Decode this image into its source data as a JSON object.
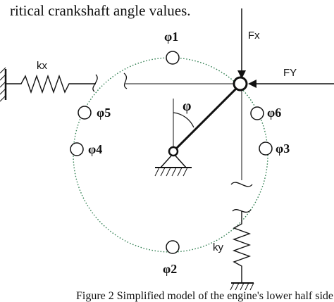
{
  "page_top_text": "ritical crankshaft angle values.",
  "caption": "Figure 2 Simplified model of the engine's lower half side",
  "labels": {
    "phi": "φ",
    "phi_1": "φ1",
    "phi_2": "φ2",
    "phi_3": "φ3",
    "phi_4": "φ4",
    "phi_5": "φ5",
    "phi_6": "φ6",
    "k_x": "kx",
    "k_y": "ky",
    "f_x": "Fx",
    "f_y": "FY"
  },
  "colors": {
    "circle_dotted": "#2e7d4f",
    "ink": "#111111"
  }
}
